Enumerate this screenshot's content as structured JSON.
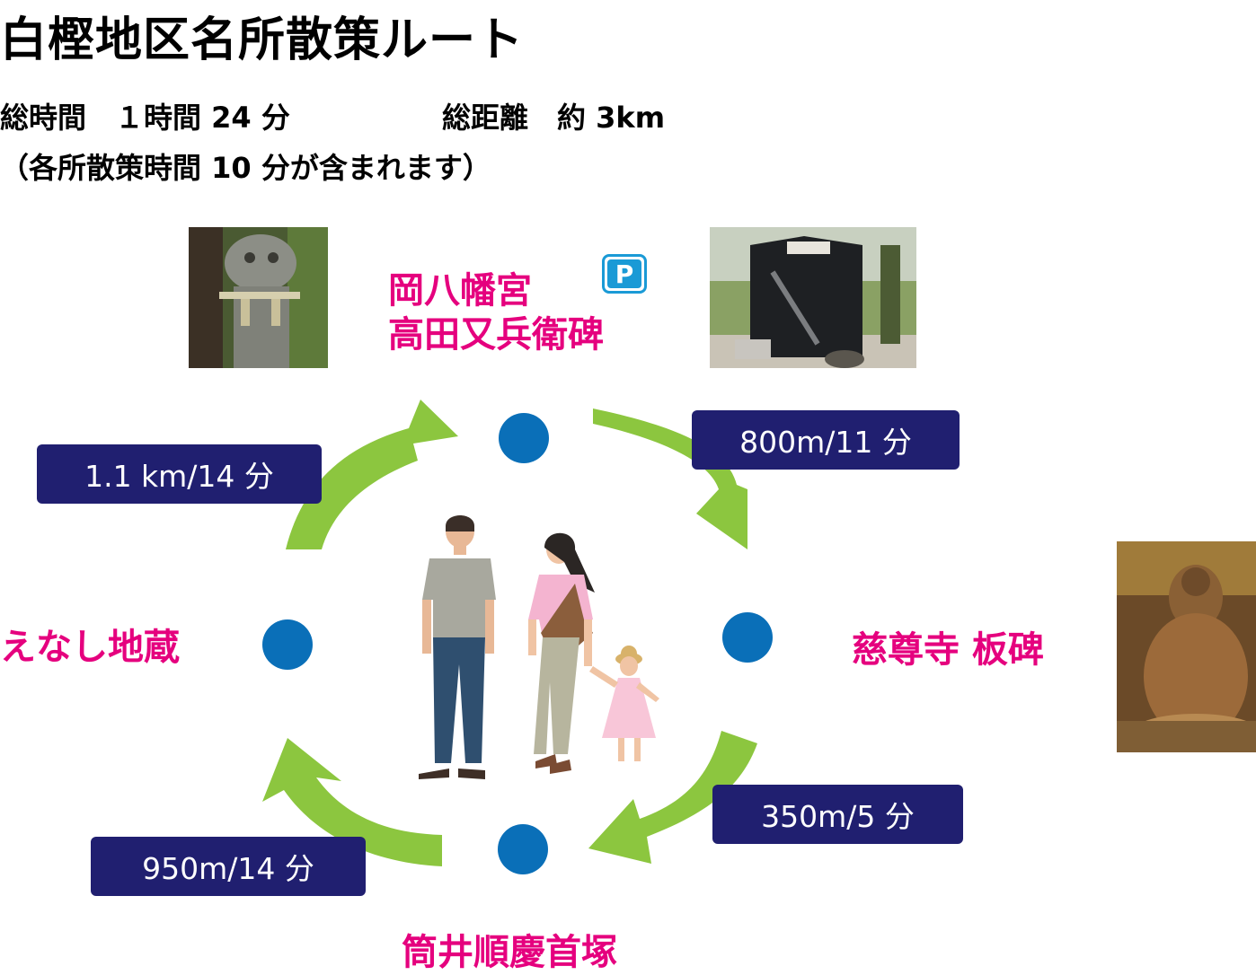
{
  "title": "白樫地区名所散策ルート",
  "summary": {
    "total_time": "総時間　１時間 24 分",
    "total_distance": "総距離　約 3km",
    "note": "（各所散策時間 10 分が含まれます）"
  },
  "spots": {
    "top": [
      "岡八幡宮",
      "高田又兵衛碑"
    ],
    "right": "慈尊寺 板碑",
    "bottom": "筒井順慶首塚",
    "left": "えなし地蔵"
  },
  "parking_label": "P",
  "segments": {
    "top_right": "800m/11 分",
    "bottom_right": "350m/5 分",
    "bottom_left": "950m/14 分",
    "top_left": "1.1 km/14 分"
  },
  "colors": {
    "accent_pink": "#e5007e",
    "navy": "#201f70",
    "dot_blue": "#0a6fb8",
    "arrow_green": "#8cc63f",
    "parking_blue": "#1a9ad6"
  }
}
